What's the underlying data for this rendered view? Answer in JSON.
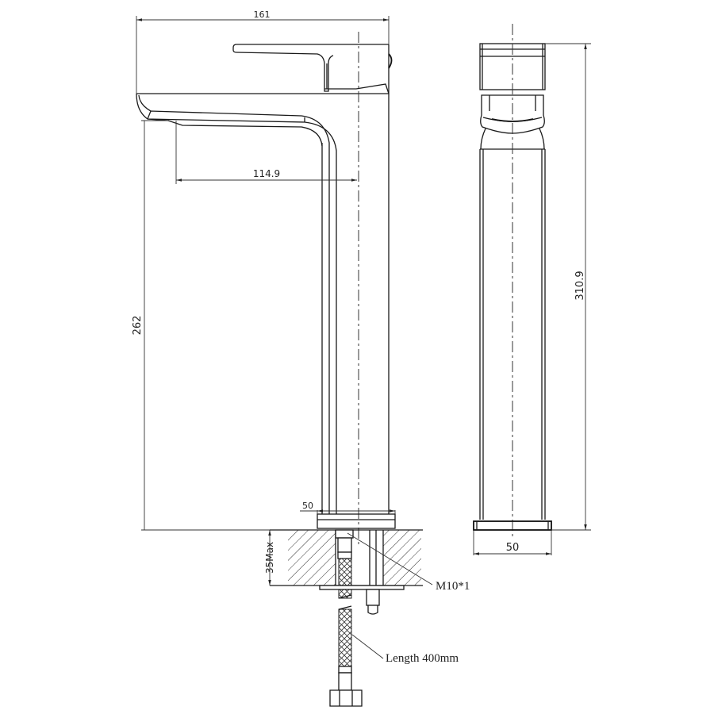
{
  "drawing": {
    "title": "Tall basin mixer tap technical drawing",
    "views": [
      "side-view",
      "front-view",
      "installation-section"
    ],
    "dimensions": {
      "overall_width": "161",
      "spout_reach": "114.9",
      "spout_height": "262",
      "overall_height": "310.9",
      "base_diameter_side": "50",
      "base_diameter_front": "50",
      "max_counter_thickness": "35Max"
    },
    "annotations": {
      "thread": "M10*1",
      "hose_length": "Length 400mm"
    }
  }
}
